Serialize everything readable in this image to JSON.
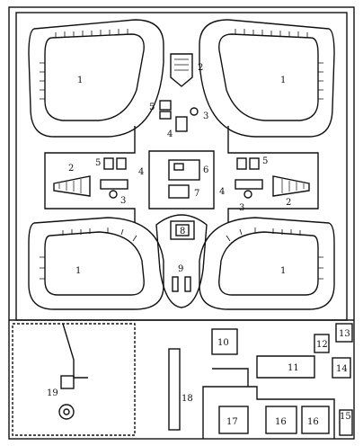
{
  "labels": {
    "pit_top_left": "1",
    "pit_top_right": "1",
    "pit_bottom_left": "1",
    "pit_bottom_right": "1",
    "launcher_top": "2",
    "launcher_left": "2",
    "launcher_right": "2",
    "well_top": "3",
    "well_left": "3",
    "well_right": "3",
    "post_top": "4",
    "post_left": "4",
    "post_right": "4",
    "bldg_top": "5",
    "bldg_left": "5",
    "bldg_right": "5",
    "center_6": "6",
    "center_7": "7",
    "center_8": "8",
    "center_9": "9",
    "b10": "10",
    "b11": "11",
    "b12": "12",
    "b13": "13",
    "b14": "14",
    "b15": "15",
    "b16a": "16",
    "b16b": "16",
    "b17": "17",
    "b18": "18",
    "b19": "19"
  }
}
